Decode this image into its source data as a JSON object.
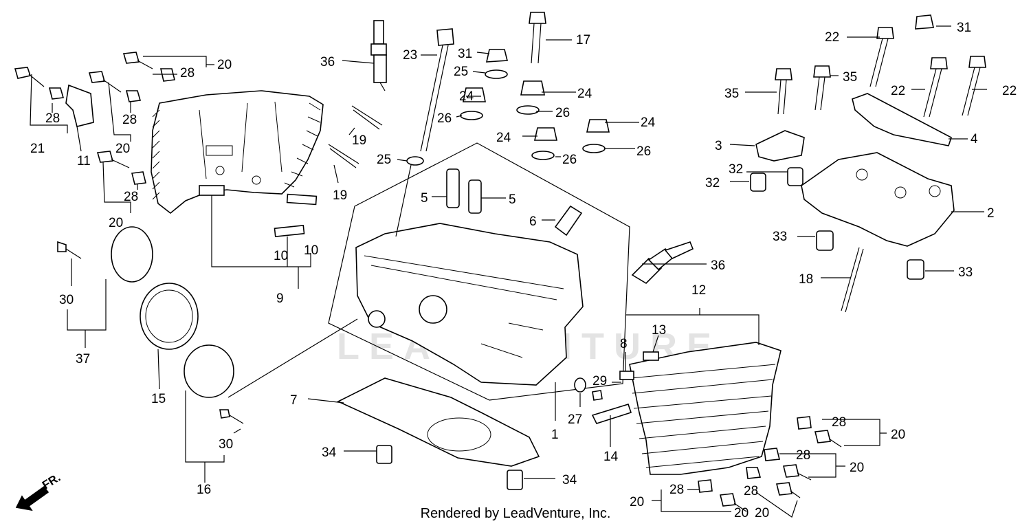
{
  "footer": "Rendered by LeadVenture, Inc.",
  "watermark": "LEADVENTURE",
  "direction_marker": "FR.",
  "callouts": {
    "c1": "1",
    "c2": "2",
    "c3": "3",
    "c4": "4",
    "c5a": "5",
    "c5b": "5",
    "c6": "6",
    "c7": "7",
    "c8": "8",
    "c9": "9",
    "c10a": "10",
    "c10b": "10",
    "c11": "11",
    "c12": "12",
    "c13": "13",
    "c14": "14",
    "c15": "15",
    "c16": "16",
    "c17": "17",
    "c18": "18",
    "c19a": "19",
    "c19b": "19",
    "c20a": "20",
    "c20b": "20",
    "c20c": "20",
    "c20d": "20",
    "c20e": "20",
    "c20f": "20",
    "c20g": "20",
    "c20h": "20",
    "c21": "21",
    "c22a": "22",
    "c22b": "22",
    "c22c": "22",
    "c23": "23",
    "c24a": "24",
    "c24b": "24",
    "c24c": "24",
    "c24d": "24",
    "c25a": "25",
    "c25b": "25",
    "c26a": "26",
    "c26b": "26",
    "c26c": "26",
    "c26d": "26",
    "c27": "27",
    "c28a": "28",
    "c28b": "28",
    "c28c": "28",
    "c28d": "28",
    "c28e": "28",
    "c28f": "28",
    "c28g": "28",
    "c28h": "28",
    "c29": "29",
    "c30a": "30",
    "c30b": "30",
    "c31a": "31",
    "c31b": "31",
    "c32a": "32",
    "c32b": "32",
    "c33a": "33",
    "c33b": "33",
    "c34a": "34",
    "c34b": "34",
    "c35a": "35",
    "c35b": "35",
    "c36a": "36",
    "c36b": "36",
    "c37": "37"
  }
}
